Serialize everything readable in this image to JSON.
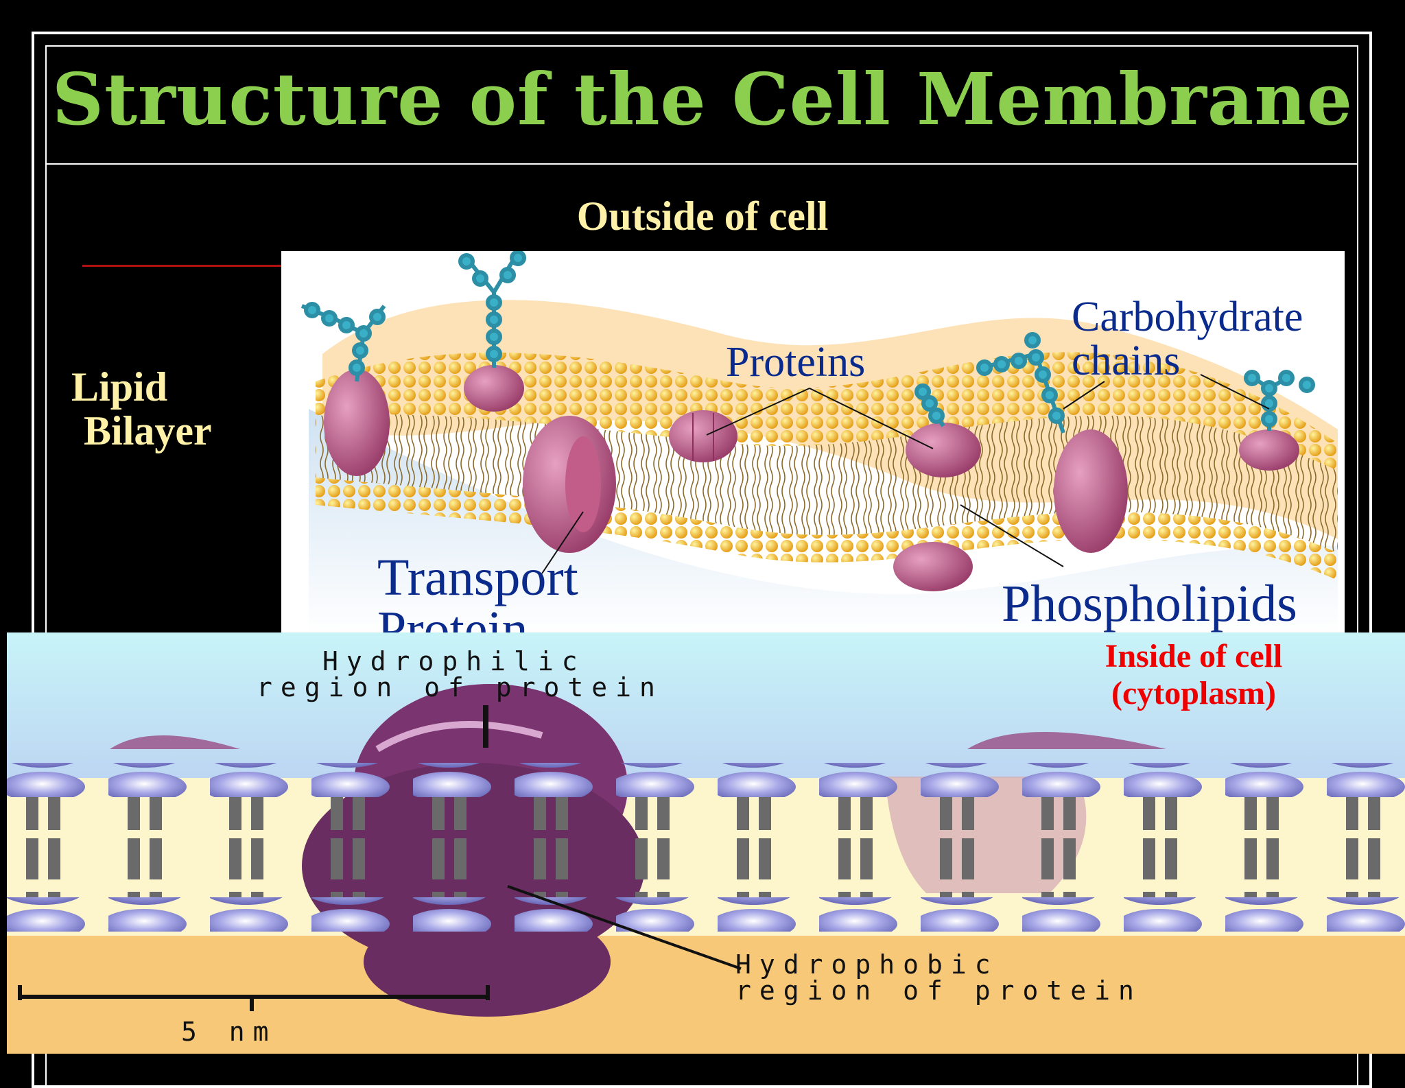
{
  "title": "Structure of the Cell Membrane",
  "labels": {
    "outside": "Outside of cell",
    "lipid_line1": "Lipid",
    "lipid_line2": "Bilayer",
    "proteins": "Proteins",
    "carbo_line1": "Carbohydrate",
    "carbo_line2": "chains",
    "transport_line1": "Transport",
    "transport_line2": "Protein",
    "phospholipids": "Phospholipids",
    "inside_line1": "Inside of cell",
    "inside_line2": "(cytoplasm)",
    "hydrophilic_line1": "Hydrophilic",
    "hydrophilic_line2": "region of protein",
    "hydrophobic_line1": "Hydrophobic",
    "hydrophobic_line2": "region of protein",
    "scale": "5 nm"
  },
  "colors": {
    "title": "#8ccf4f",
    "yellow_text": "#fff2a8",
    "blue_text": "#0a2a8c",
    "red_text": "#e00000",
    "protein": "#b44d7a",
    "lipid_head": "#f4b820",
    "pixel_head": "#9a9ad8",
    "pixel_protein": "#6a2d62"
  }
}
